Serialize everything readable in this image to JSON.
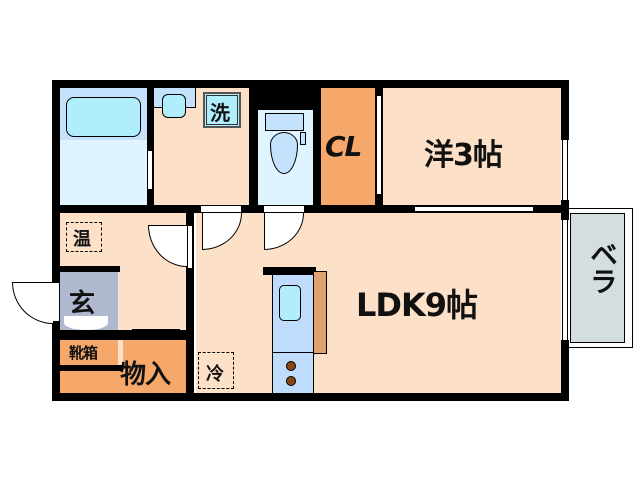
{
  "floorplan": {
    "layout": "1LDK",
    "rooms": [
      {
        "id": "bath",
        "label": "",
        "type": "bathroom"
      },
      {
        "id": "washroom",
        "label": "",
        "type": "washroom"
      },
      {
        "id": "toilet",
        "label": "",
        "type": "toilet"
      },
      {
        "id": "closet",
        "label": "CL",
        "type": "closet"
      },
      {
        "id": "western",
        "label": "洋3帖",
        "type": "western-room"
      },
      {
        "id": "ldk",
        "label": "LDK9帖",
        "type": "living-dining-kitchen"
      },
      {
        "id": "balcony",
        "label": "ベラ",
        "type": "balcony"
      },
      {
        "id": "entrance",
        "label": "玄",
        "type": "entrance"
      },
      {
        "id": "shoe-box",
        "label": "靴箱",
        "type": "shoe-cabinet"
      },
      {
        "id": "storage",
        "label": "物入",
        "type": "storage"
      }
    ],
    "fixtures": {
      "washer": "洗",
      "water_heater": "温",
      "fridge": "冷"
    },
    "colors": {
      "wall": "#000000",
      "room_floor": "#fde0c8",
      "closet": "#f5a86a",
      "storage": "#f5a86a",
      "bath_floor": "#e0f4ff",
      "bath_tub": "#b0eefc",
      "bath_top": "#c4e2fc",
      "entrance": "#b0b8d0",
      "balcony": "#d4dde0",
      "kitchen_counter": "#c0dcfc",
      "kitchen_side": "#e0a070",
      "burner": "#8b4513"
    }
  }
}
